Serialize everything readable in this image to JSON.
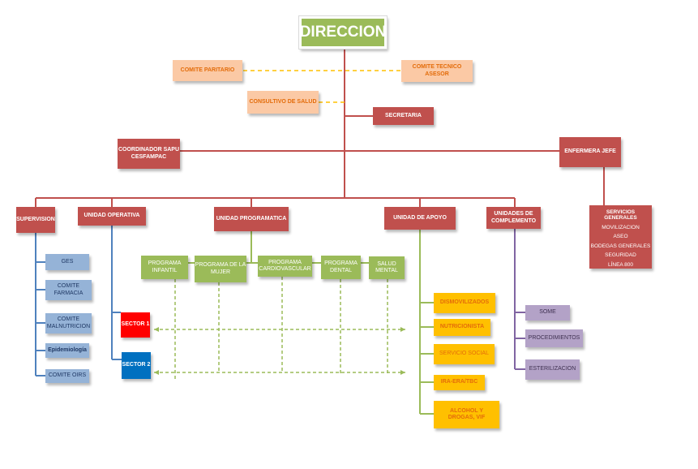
{
  "title": "DIRECCION",
  "advisory": {
    "comite_paritario": "COMITE PARITARIO",
    "comite_tecnico": "COMITE TECNICO ASESOR",
    "consultivo": "CONSULTIVO DE SALUD",
    "secretaria": "SECRETARIA"
  },
  "coordinador": "COORDINADOR SAPU CESFAMPAC",
  "enfermera": "ENFERMERA JEFE",
  "servicios_generales": [
    "SERVICIOS GENERALES",
    "MOVILIZACION",
    "ASEO",
    "BODEGAS GENERALES",
    "SEGURIDAD",
    "LÍNEA 800"
  ],
  "units": {
    "supervision": "SUPERVISION",
    "operativa": "UNIDAD OPERATIVA",
    "programatica": "UNIDAD PROGRAMATICA",
    "apoyo": "UNIDAD DE APOYO",
    "complemento": "UNIDADES DE COMPLEMENTO"
  },
  "supervision_items": [
    "GES",
    "COMITE FARMACIA",
    "COMITE MALNUTRICION",
    "Epidemiología",
    "COMITE OIRS"
  ],
  "programas": [
    "PROGRAMA INFANTIL",
    "PROGRAMA DE LA MUJER",
    "PROGRAMA CARDIOVASCULAR",
    "PROGRAMA DENTAL",
    "SALUD MENTAL"
  ],
  "sectores": [
    "SECTOR 1",
    "SECTOR 2"
  ],
  "apoyo_items": [
    "DISMOVILIZADOS",
    "NUTRICIONISTA",
    "SERVICIO SOCIAL",
    "IRA-ERA/TBC",
    "ALCOHOL Y DROGAS, VIF"
  ],
  "complemento_items": [
    "SOME",
    "PROCEDIMIENTOS",
    "ESTERILIZACION"
  ],
  "colors": {
    "red": "#c0504d",
    "green": "#9bbb59",
    "peach": "#fbc9a5",
    "blue": "#95b3d7",
    "orange": "#ffc000",
    "purple": "#b3a2c7",
    "sector1": "#ff0000",
    "sector2": "#0070c0"
  }
}
